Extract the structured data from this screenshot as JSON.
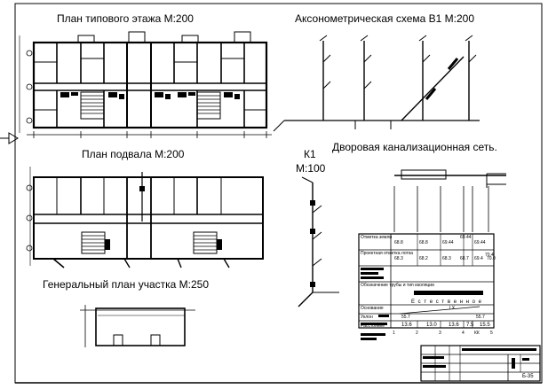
{
  "titles": {
    "typical_floor": "План типового этажа  М:200",
    "axonometric": "Аксонометрическая схема В1  М:200",
    "yard_sewer": "Дворовая канализационная сеть.",
    "basement": "План подвала  М:200",
    "k1": "К1",
    "k1_scale": "М:100",
    "site_plan": "Генеральный план участка М:250"
  },
  "profile": {
    "natural_ground": "Е с т е с т в е н н о е",
    "row_labels": [
      "Отметка земли",
      "Проектная отметка лотка",
      "Уклон",
      "Обозначение трубы и тип изоляции",
      "Основание",
      "Расстояние"
    ],
    "elevations_top": [
      "68.8",
      "68.8",
      "69.44",
      "69.44",
      "69.44",
      "70.4"
    ],
    "elevations_mid": [
      "68.3",
      "68.2",
      "68.3",
      "68.7",
      "69.4",
      "70.0"
    ],
    "slope_left": "55.7",
    "slope_mark": "LX",
    "slope_right": "55.7",
    "distances": [
      "13.6",
      "13.0",
      "13.6",
      "7.5",
      "15.5"
    ],
    "points": [
      "1",
      "2",
      "3",
      "4",
      "КК",
      "5"
    ]
  },
  "stamp": {
    "sheet_code": "Б-35"
  }
}
